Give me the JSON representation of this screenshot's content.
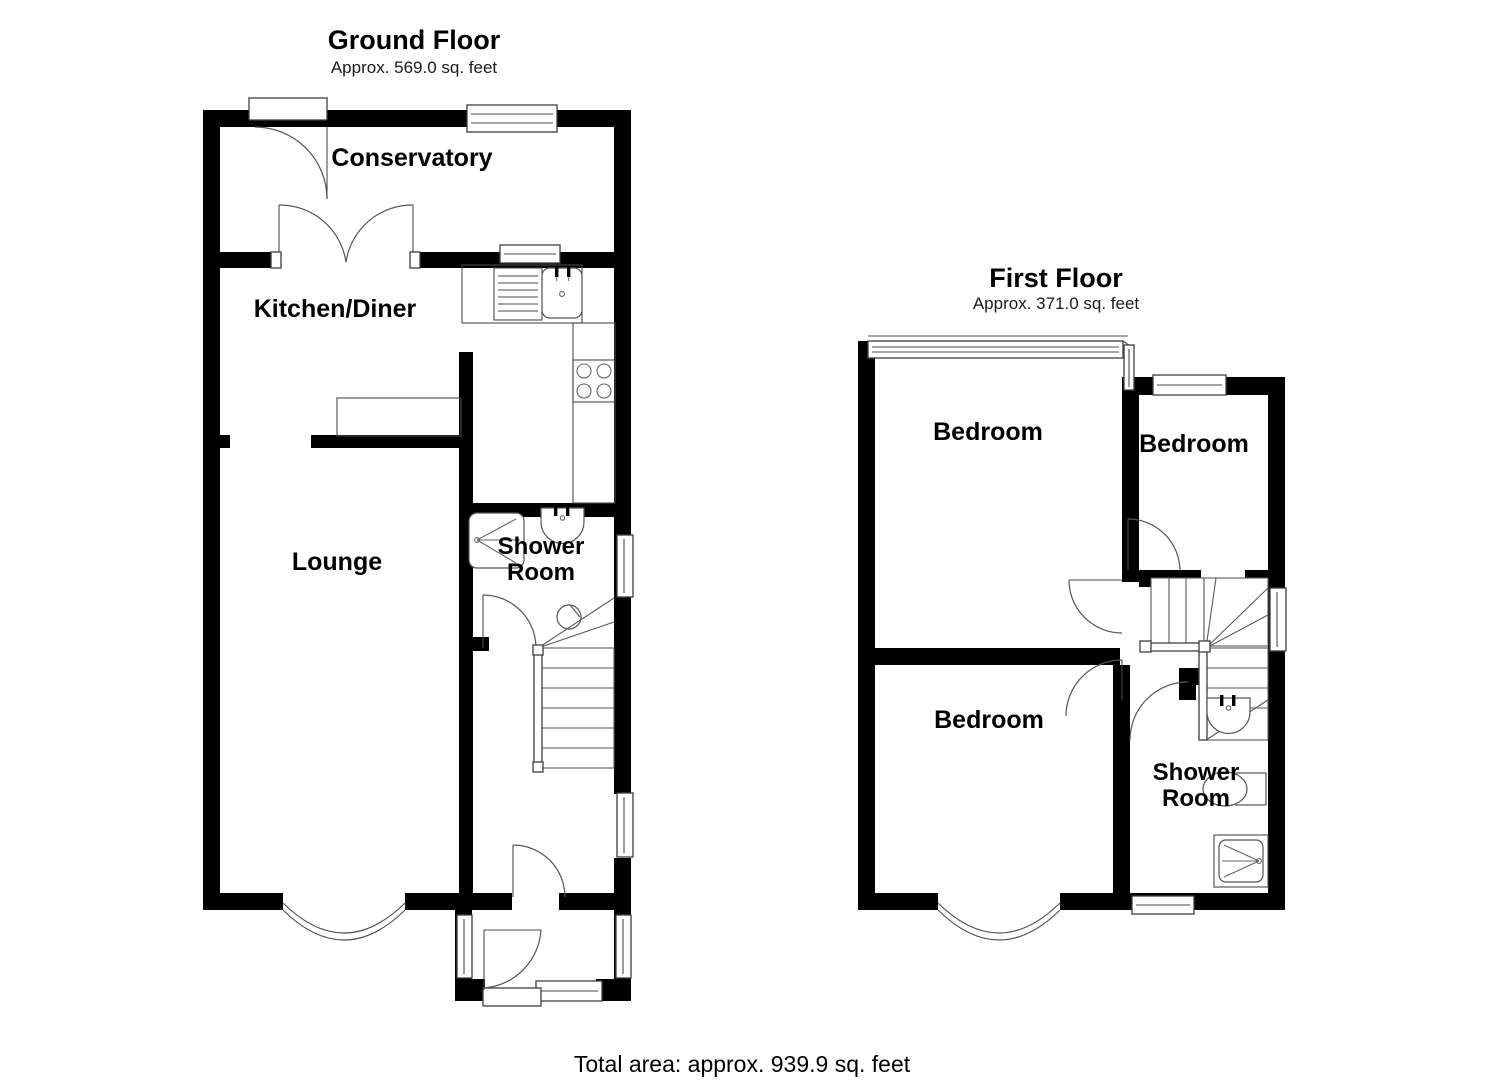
{
  "document": {
    "type": "floor-plan",
    "total_area_label": "Total area: approx. 939.9 sq. feet"
  },
  "floors": [
    {
      "id": "ground",
      "title": "Ground Floor",
      "area_label": "Approx. 569.0 sq. feet",
      "rooms": [
        {
          "name": "Conservatory",
          "label": "Conservatory"
        },
        {
          "name": "Kitchen/Diner",
          "label": "Kitchen/Diner"
        },
        {
          "name": "Lounge",
          "label": "Lounge"
        },
        {
          "name": "Shower Room",
          "label_line1": "Shower",
          "label_line2": "Room"
        }
      ],
      "fixtures": [
        "sink",
        "hob",
        "worktop",
        "shower-tray",
        "wash-basin",
        "staircase",
        "bay-window",
        "french-doors",
        "entrance-door",
        "windows"
      ]
    },
    {
      "id": "first",
      "title": "First Floor",
      "area_label": "Approx. 371.0 sq. feet",
      "rooms": [
        {
          "name": "Bedroom 1",
          "label": "Bedroom"
        },
        {
          "name": "Bedroom 2",
          "label": "Bedroom"
        },
        {
          "name": "Bedroom 3",
          "label": "Bedroom"
        },
        {
          "name": "Shower Room",
          "label_line1": "Shower",
          "label_line2": "Room"
        }
      ],
      "fixtures": [
        "wash-basin",
        "toilet",
        "shower-tray",
        "staircase",
        "bay-window",
        "windows"
      ]
    }
  ],
  "colors": {
    "wall": "#000000",
    "background": "#ffffff",
    "fixture_stroke": "#555555",
    "text": "#000000"
  }
}
